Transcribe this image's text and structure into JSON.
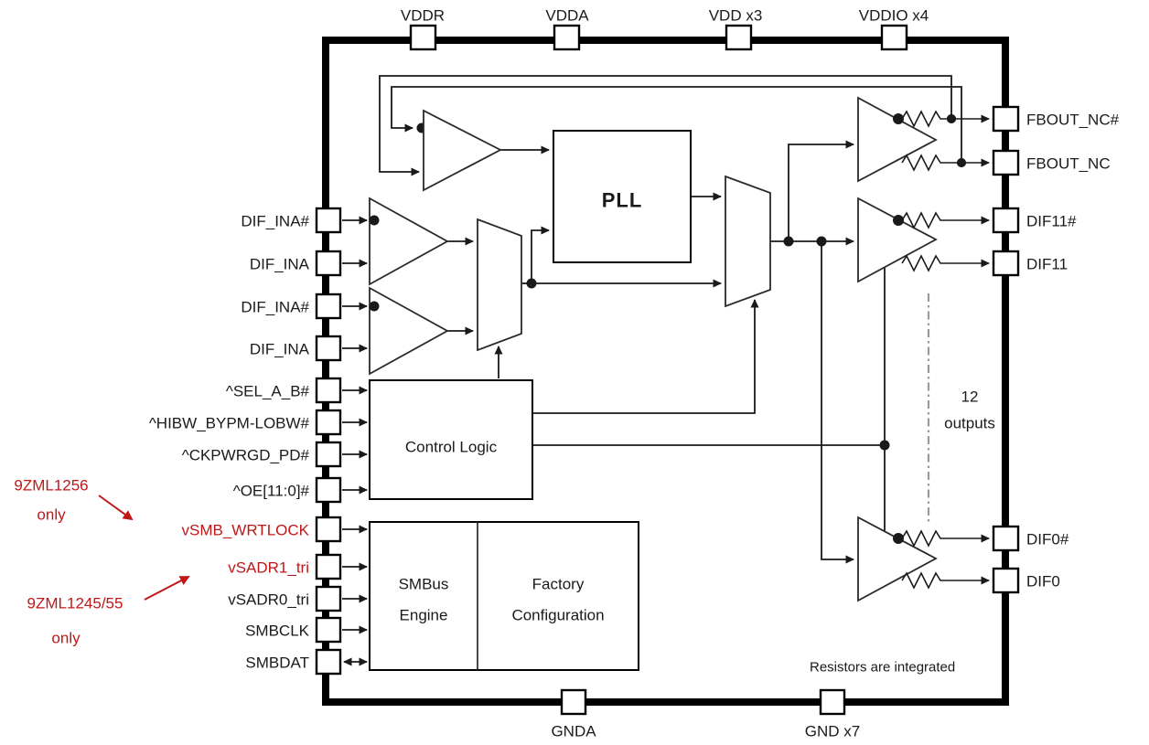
{
  "colors": {
    "ink": "#1a1a1a",
    "red": "#c01818",
    "gray_dash": "#9a9a9a"
  },
  "pins": {
    "top": [
      {
        "label": "VDDR"
      },
      {
        "label": "VDDA"
      },
      {
        "label": "VDD x3"
      },
      {
        "label": "VDDIO x4"
      }
    ],
    "bottom": [
      {
        "label": "GNDA"
      },
      {
        "label": "GND x7"
      }
    ],
    "left": [
      {
        "label": "DIF_INA#",
        "color": "#1a1a1a"
      },
      {
        "label": "DIF_INA",
        "color": "#1a1a1a"
      },
      {
        "label": "DIF_INA#",
        "color": "#1a1a1a"
      },
      {
        "label": "DIF_INA",
        "color": "#1a1a1a"
      },
      {
        "label": "^SEL_A_B#",
        "color": "#1a1a1a"
      },
      {
        "label": "^HIBW_BYPM-LOBW#",
        "color": "#1a1a1a"
      },
      {
        "label": "^CKPWRGD_PD#",
        "color": "#1a1a1a"
      },
      {
        "label": "^OE[11:0]#",
        "color": "#1a1a1a"
      },
      {
        "label": "vSMB_WRTLOCK",
        "color": "#c01818"
      },
      {
        "label": "vSADR1_tri",
        "color": "#c01818"
      },
      {
        "label": "vSADR0_tri",
        "color": "#1a1a1a"
      },
      {
        "label": "SMBCLK",
        "color": "#1a1a1a"
      },
      {
        "label": "SMBDAT",
        "color": "#1a1a1a"
      }
    ],
    "right": [
      {
        "label": "FBOUT_NC#"
      },
      {
        "label": "FBOUT_NC"
      },
      {
        "label": "DIF11#"
      },
      {
        "label": "DIF11"
      },
      {
        "label": "DIF0#"
      },
      {
        "label": "DIF0"
      }
    ]
  },
  "blocks": {
    "pll": "PLL",
    "control_logic": "Control Logic",
    "smbus_engine": {
      "line1": "SMBus",
      "line2": "Engine"
    },
    "factory_config": {
      "line1": "Factory",
      "line2": "Configuration"
    }
  },
  "annotations": {
    "outputs_count": {
      "line1": "12",
      "line2": "outputs"
    },
    "resistors_note": "Resistors are integrated",
    "variant_1256": {
      "line1": "9ZML1256",
      "line2": "only"
    },
    "variant_1245_55": {
      "line1": "9ZML1245/55",
      "line2": "only"
    }
  }
}
